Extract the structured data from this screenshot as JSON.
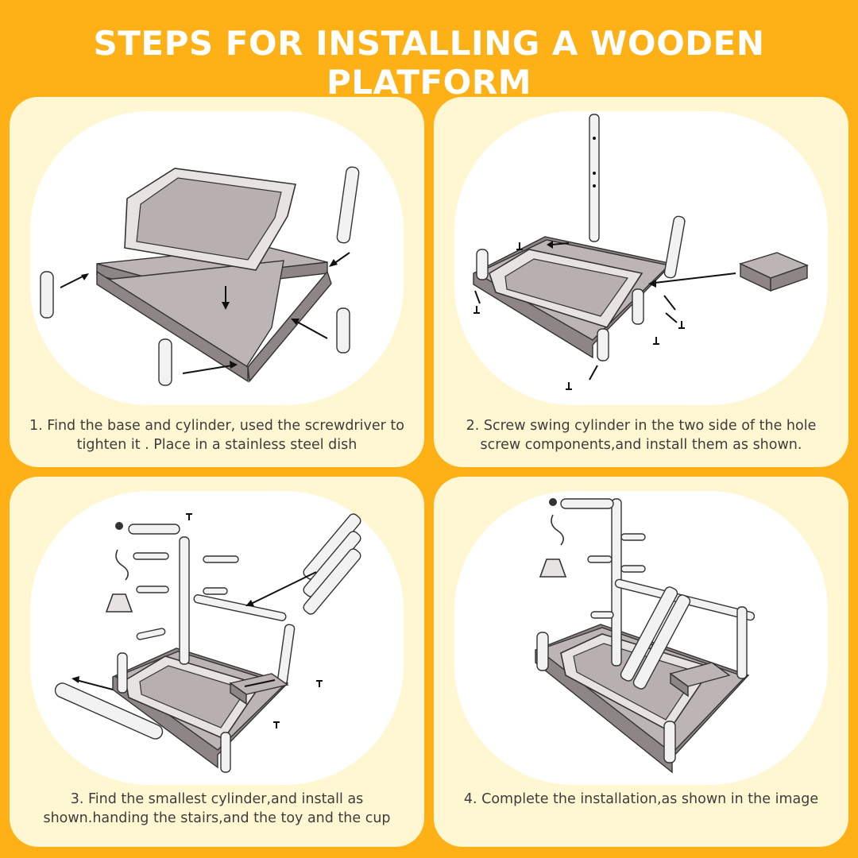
{
  "title": "STEPS FOR INSTALLING A WOODEN PLATFORM",
  "steps": [
    {
      "caption_line1": "1. Find the base and cylinder, used the screwdriver to",
      "caption_line2": "tighten it . Place in a stainless steel dish"
    },
    {
      "caption_line1": "2. Screw swing cylinder in the two side of the hole",
      "caption_line2": "screw components,and install them as shown."
    },
    {
      "caption_line1": "3. Find the smallest cylinder,and install as",
      "caption_line2": "shown.handing the stairs,and the toy and the cup"
    },
    {
      "caption_line1": "4. Complete the installation,as shown in the image",
      "caption_line2": ""
    }
  ],
  "screw_mark": "T"
}
